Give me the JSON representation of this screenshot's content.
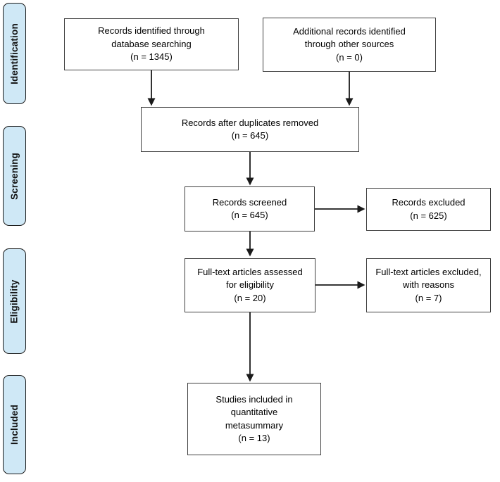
{
  "diagram_type": "prisma-flow-diagram",
  "stages": [
    {
      "label": "Identification"
    },
    {
      "label": "Screening"
    },
    {
      "label": "Eligibility"
    },
    {
      "label": "Included"
    }
  ],
  "boxes": {
    "identified": {
      "text": "Records identified through\ndatabase searching\n(n = 1345)",
      "n": 1345
    },
    "additional": {
      "text": "Additional records identified\nthrough other sources\n(n = 0)",
      "n": 0
    },
    "after_duplicates": {
      "text": "Records after duplicates removed\n(n = 645)",
      "n": 645
    },
    "screened": {
      "text": "Records screened\n(n = 645)",
      "n": 645
    },
    "excluded": {
      "text": "Records excluded\n(n = 625)",
      "n": 625
    },
    "fulltext_assessed": {
      "text": "Full-text articles assessed\nfor eligibility\n(n = 20)",
      "n": 20
    },
    "fulltext_excluded": {
      "text": "Full-text articles excluded,\nwith reasons\n(n = 7)",
      "n": 7
    },
    "included_studies": {
      "text": "Studies included in\nquantitative\nmetasummary\n(n = 13)",
      "n": 13
    }
  },
  "colors": {
    "stage_fill": "#cfe8f6",
    "stage_border": "#1a1a1a",
    "box_border": "#3f3f3f",
    "arrow": "#1a1a1a",
    "background": "#ffffff"
  }
}
